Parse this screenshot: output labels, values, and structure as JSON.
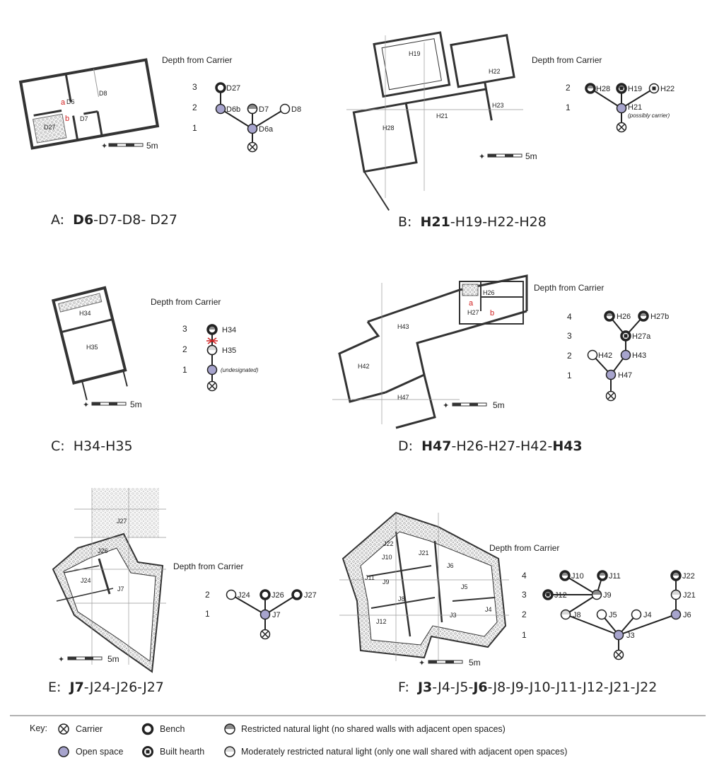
{
  "panels": {
    "A": {
      "depth_title": "Depth from Carrier",
      "levels": [
        "3",
        "2",
        "1"
      ],
      "nodes": {
        "D27": "D27",
        "D6b": "D6b",
        "D7": "D7",
        "D8": "D8",
        "D6a": "D6a"
      },
      "plan": {
        "D6": "D6",
        "D8": "D8",
        "D27": "D27",
        "D7": "D7",
        "a": "a",
        "b": "b"
      },
      "scale": "5m",
      "caption": {
        "letter": "A:",
        "bold": "D6",
        "rest": "-D7-D8- D27"
      }
    },
    "B": {
      "depth_title": "Depth from Carrier",
      "levels": [
        "2",
        "1"
      ],
      "nodes": {
        "H28": "H28",
        "H19": "H19",
        "H22": "H22",
        "H21": "H21"
      },
      "note": "(possibly carrier)",
      "plan": {
        "H19": "H19",
        "H22": "H22",
        "H21": "H21",
        "H23": "H23",
        "H28": "H28"
      },
      "scale": "5m",
      "caption": {
        "letter": "B:",
        "bold": "H21",
        "rest": "-H19-H22-H28"
      }
    },
    "C": {
      "depth_title": "Depth from Carrier",
      "levels": [
        "3",
        "2",
        "1"
      ],
      "nodes": {
        "H34": "H34",
        "H35": "H35",
        "undesignated": "(undesignated)"
      },
      "plan": {
        "H34": "H34",
        "H35": "H35"
      },
      "scale": "5m",
      "caption": {
        "letter": "C:",
        "bold": "",
        "rest": "H34-H35"
      }
    },
    "D": {
      "depth_title": "Depth from Carrier",
      "levels": [
        "4",
        "3",
        "2",
        "1"
      ],
      "nodes": {
        "H26": "H26",
        "H27b": "H27b",
        "H27a": "H27a",
        "H42": "H42",
        "H43": "H43",
        "H47": "H47"
      },
      "plan": {
        "H26": "H26",
        "H27": "H27",
        "H43": "H43",
        "H42": "H42",
        "H47": "H47",
        "a": "a",
        "b": "b"
      },
      "scale": "5m",
      "caption": {
        "letter": "D:",
        "bold": "H47",
        "rest": "-H26-H27-H42-",
        "bold2": "H43"
      }
    },
    "E": {
      "depth_title": "Depth from Carrier",
      "levels": [
        "2",
        "1"
      ],
      "nodes": {
        "J24": "J24",
        "J26": "J26",
        "J27": "J27",
        "J7": "J7"
      },
      "plan": {
        "J27": "J27",
        "J26": "J26",
        "J24": "J24",
        "J7": "J7"
      },
      "scale": "5m",
      "caption": {
        "letter": "E:",
        "bold": "J7",
        "rest": "-J24-J26-J27"
      }
    },
    "F": {
      "depth_title": "Depth from Carrier",
      "levels": [
        "4",
        "3",
        "2",
        "1"
      ],
      "nodes": {
        "J10": "J10",
        "J11": "J11",
        "J22": "J22",
        "J12": "J12",
        "J9": "J9",
        "J21": "J21",
        "J8": "J8",
        "J5": "J5",
        "J4": "J4",
        "J6": "J6",
        "J3": "J3"
      },
      "plan": {
        "J22": "J22",
        "J21": "J21",
        "J10": "J10",
        "J11": "J11",
        "J9": "J9",
        "J6": "J6",
        "J5": "J5",
        "J8": "J8",
        "J4": "J4",
        "J3": "J3",
        "J12": "J12"
      },
      "scale": "5m",
      "caption": {
        "letter": "F:",
        "bold": "J3",
        "rest": "-J4-J5-",
        "bold2": "J6",
        "rest2": "-J8-J9-J10-J11-J12-J21-J22"
      }
    }
  },
  "key": {
    "title": "Key:",
    "carrier": "Carrier",
    "open_space": "Open space",
    "bench": "Bench",
    "built_hearth": "Built hearth",
    "restricted": "Restricted natural light (no shared walls with adjacent open spaces)",
    "moderate": "Moderately restricted natural light (only one wall shared with adjacent open spaces)"
  },
  "colors": {
    "open_space": "#a7a4cd",
    "restricted_fill": "#8c8c8c",
    "ink": "#222222"
  }
}
